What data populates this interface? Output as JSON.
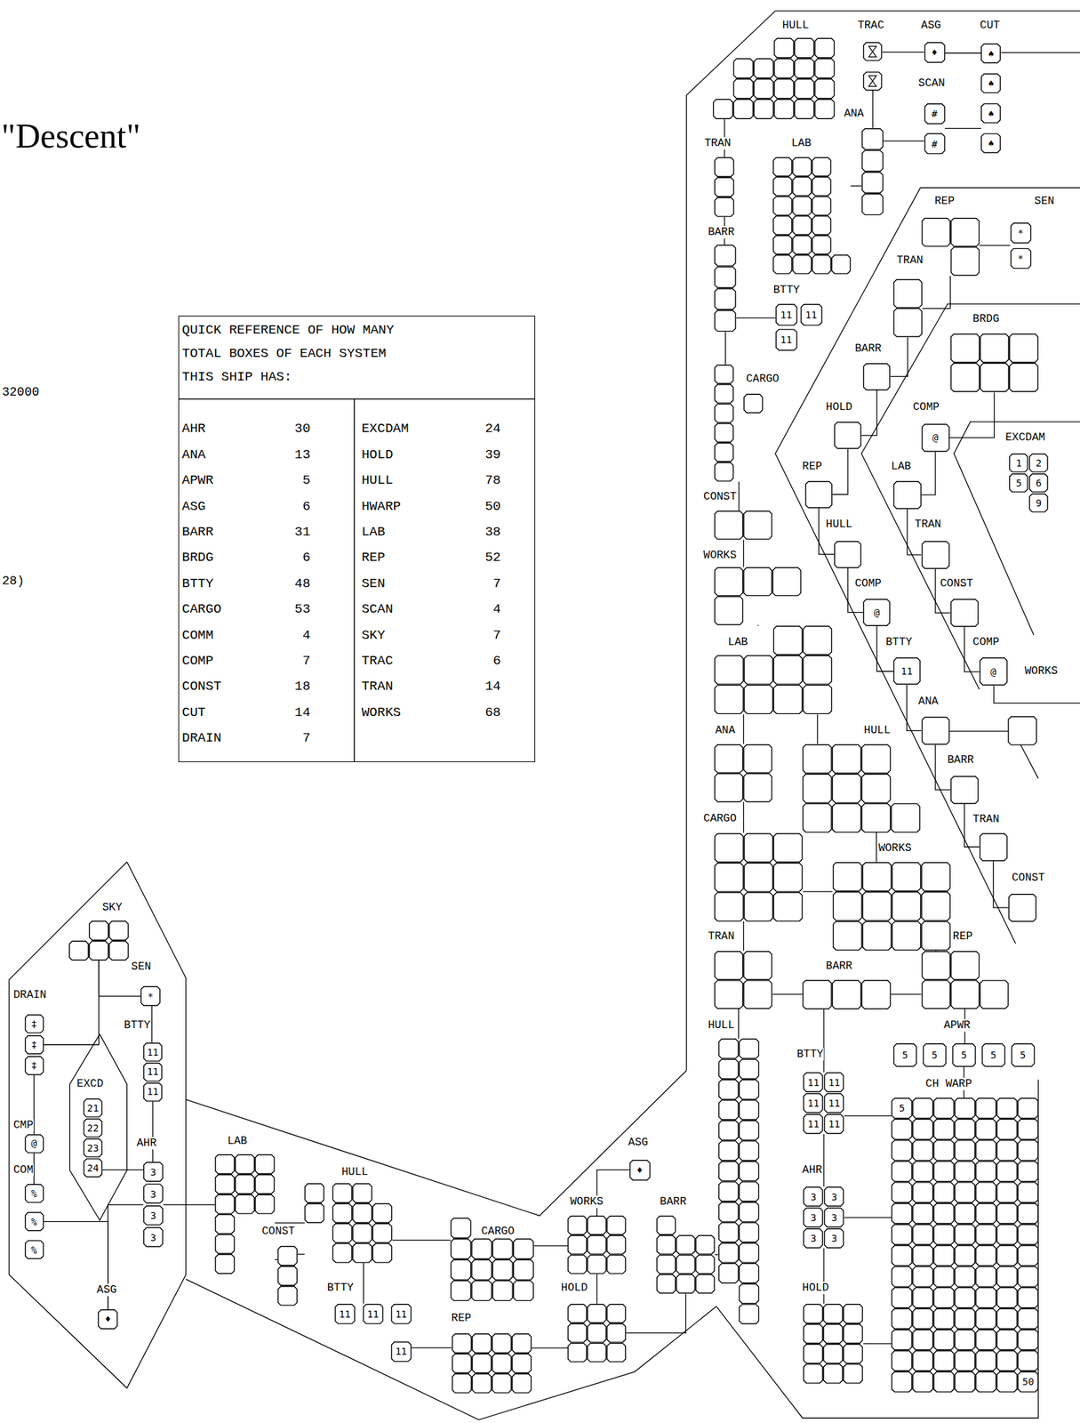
{
  "diagram": {
    "title": "\"Descent\"",
    "nodes": [
      {
        "text": [
          "QUICK REFERENCE OF HOW MANY TOTAL BOXES OF EACH SYSTEM THIS SHIP HAS:",
          "AHR",
          "30",
          "ANA",
          "13",
          "APWR",
          "5",
          "ASG",
          "6",
          "BARR",
          "31",
          "BRDG",
          "6",
          "BTTY",
          "48",
          "CARGO",
          "53",
          "COMM",
          "4",
          "COMP",
          "7",
          "CONST",
          "18",
          "CUT",
          "14",
          "DRAIN",
          "7",
          "EXCDAM",
          "24",
          "HOLD",
          "39",
          "HULL",
          "78",
          "HWARP",
          "50",
          "LAB",
          "38",
          "REP",
          "52",
          "SEN",
          "7",
          "SCAN",
          "4",
          "SKY",
          "7",
          "TRAC",
          "6",
          "TRAN",
          "14",
          "WORKS",
          "68"
        ]
      },
      {
        "text": [
          "HULL"
        ]
      },
      {
        "text": [
          "TRAC"
        ]
      },
      {
        "text": [
          "ASG",
          "♦"
        ]
      },
      {
        "text": [
          "CUT",
          "♠",
          "♠",
          "♠",
          "♠"
        ]
      },
      {
        "text": [
          "SCAN",
          "#",
          "#"
        ]
      },
      {
        "text": [
          "ANA"
        ]
      },
      {
        "text": [
          "TRAN"
        ]
      },
      {
        "text": [
          "LAB"
        ]
      },
      {
        "text": [
          "BARR"
        ]
      },
      {
        "text": [
          "BTTY",
          "11",
          "11",
          "11"
        ]
      },
      {
        "text": [
          "CARGO"
        ]
      },
      {
        "text": [
          "CONST"
        ]
      },
      {
        "text": [
          "WORKS"
        ]
      },
      {
        "text": [
          "LAB"
        ]
      },
      {
        "text": [
          "ANA"
        ]
      },
      {
        "text": [
          "HULL"
        ]
      },
      {
        "text": [
          "CARGO"
        ]
      },
      {
        "text": [
          "WORKS"
        ]
      },
      {
        "text": [
          "TRAN"
        ]
      },
      {
        "text": [
          "BARR"
        ]
      },
      {
        "text": [
          "REP"
        ]
      },
      {
        "text": [
          "APWR",
          "5",
          "5",
          "5",
          "5",
          "5"
        ]
      },
      {
        "text": [
          "CH WARP",
          "5",
          "50"
        ]
      },
      {
        "text": [
          "HULL"
        ]
      },
      {
        "text": [
          "BTTY",
          "11",
          "11",
          "11",
          "11",
          "11",
          "11"
        ]
      },
      {
        "text": [
          "AHR",
          "3",
          "3",
          "3",
          "3",
          "3",
          "3"
        ]
      },
      {
        "text": [
          "HOLD"
        ]
      },
      {
        "text": [
          "REP"
        ]
      },
      {
        "text": [
          "SEN",
          "*",
          "*"
        ]
      },
      {
        "text": [
          "TRAN"
        ]
      },
      {
        "text": [
          "BARR"
        ]
      },
      {
        "text": [
          "HOLD"
        ]
      },
      {
        "text": [
          "REP"
        ]
      },
      {
        "text": [
          "HULL"
        ]
      },
      {
        "text": [
          "COMP",
          "@"
        ]
      },
      {
        "text": [
          "BTTY",
          "11"
        ]
      },
      {
        "text": [
          "ANA"
        ]
      },
      {
        "text": [
          "BARR"
        ]
      },
      {
        "text": [
          "TRAN"
        ]
      },
      {
        "text": [
          "CONST"
        ]
      },
      {
        "text": [
          "BRDG"
        ]
      },
      {
        "text": [
          "COMP",
          "@"
        ]
      },
      {
        "text": [
          "LAB"
        ]
      },
      {
        "text": [
          "TRAN"
        ]
      },
      {
        "text": [
          "CONST"
        ]
      },
      {
        "text": [
          "COMP",
          "@"
        ]
      },
      {
        "text": [
          "EXCDAM",
          "1",
          "2",
          "5",
          "6",
          "9"
        ]
      },
      {
        "text": [
          "SKY"
        ]
      },
      {
        "text": [
          "SEN",
          "*"
        ]
      },
      {
        "text": [
          "DRAIN",
          "‡",
          "‡",
          "‡"
        ]
      },
      {
        "text": [
          "CMP",
          "@"
        ]
      },
      {
        "text": [
          "COM",
          "%",
          "%",
          "%"
        ]
      },
      {
        "text": [
          "EXCD",
          "21",
          "22",
          "23",
          "24"
        ]
      },
      {
        "text": [
          "BTTY",
          "11",
          "11",
          "11"
        ]
      },
      {
        "text": [
          "AHR",
          "3",
          "3",
          "3",
          "3"
        ]
      },
      {
        "text": [
          "ASG",
          "♦"
        ]
      },
      {
        "text": [
          "LAB"
        ]
      },
      {
        "text": [
          "HULL"
        ]
      },
      {
        "text": [
          "CONST"
        ]
      },
      {
        "text": [
          "BTTY",
          "11",
          "11",
          "11",
          "11"
        ]
      },
      {
        "text": [
          "CARGO"
        ]
      },
      {
        "text": [
          "REP"
        ]
      },
      {
        "text": [
          "WORKS"
        ]
      },
      {
        "text": [
          "ASG",
          "♦"
        ]
      },
      {
        "text": [
          "HOLD"
        ]
      },
      {
        "text": [
          "BARR"
        ]
      }
    ],
    "edges": [
      {
        "from": 48,
        "to": 49,
        "arrow": "none"
      },
      {
        "from": 48,
        "to": 50,
        "arrow": "none"
      },
      {
        "from": 50,
        "to": 51,
        "arrow": "none"
      },
      {
        "from": 51,
        "to": 52,
        "arrow": "none"
      },
      {
        "from": 52,
        "to": 56,
        "arrow": "none"
      },
      {
        "from": 56,
        "to": 55,
        "arrow": "none"
      },
      {
        "from": 55,
        "to": 53,
        "arrow": "none"
      },
      {
        "from": 49,
        "to": 54,
        "arrow": "none"
      },
      {
        "from": 54,
        "to": 55,
        "arrow": "none"
      },
      {
        "from": 55,
        "to": 57,
        "arrow": "none"
      },
      {
        "from": 57,
        "to": 58,
        "arrow": "none"
      },
      {
        "from": 57,
        "to": 59,
        "arrow": "none"
      },
      {
        "from": 59,
        "to": 58,
        "arrow": "none"
      },
      {
        "from": 58,
        "to": 60,
        "arrow": "none"
      },
      {
        "from": 58,
        "to": 61,
        "arrow": "none"
      },
      {
        "from": 60,
        "to": 62,
        "arrow": "none"
      },
      {
        "from": 61,
        "to": 63,
        "arrow": "none"
      },
      {
        "from": 62,
        "to": 65,
        "arrow": "none"
      },
      {
        "from": 63,
        "to": 64,
        "arrow": "none"
      },
      {
        "from": 63,
        "to": 65,
        "arrow": "none"
      },
      {
        "from": 65,
        "to": 66,
        "arrow": "none"
      },
      {
        "from": 66,
        "to": 24,
        "arrow": "none"
      },
      {
        "from": 2,
        "to": 3,
        "arrow": "none"
      },
      {
        "from": 3,
        "to": 4,
        "arrow": "none"
      },
      {
        "from": 6,
        "to": 5,
        "arrow": "none"
      },
      {
        "from": 5,
        "to": 4,
        "arrow": "none"
      },
      {
        "from": 2,
        "to": 6,
        "arrow": "none"
      },
      {
        "from": 1,
        "to": 7,
        "arrow": "none"
      },
      {
        "from": 6,
        "to": 8,
        "arrow": "none"
      },
      {
        "from": 7,
        "to": 9,
        "arrow": "none"
      },
      {
        "from": 9,
        "to": 10,
        "arrow": "none"
      },
      {
        "from": 9,
        "to": 11,
        "arrow": "none"
      },
      {
        "from": 11,
        "to": 12,
        "arrow": "none"
      },
      {
        "from": 12,
        "to": 13,
        "arrow": "none"
      },
      {
        "from": 13,
        "to": 14,
        "arrow": "none"
      },
      {
        "from": 14,
        "to": 15,
        "arrow": "none"
      },
      {
        "from": 14,
        "to": 16,
        "arrow": "none"
      },
      {
        "from": 15,
        "to": 17,
        "arrow": "none"
      },
      {
        "from": 16,
        "to": 18,
        "arrow": "none"
      },
      {
        "from": 17,
        "to": 18,
        "arrow": "none"
      },
      {
        "from": 17,
        "to": 19,
        "arrow": "none"
      },
      {
        "from": 19,
        "to": 20,
        "arrow": "none"
      },
      {
        "from": 20,
        "to": 21,
        "arrow": "none"
      },
      {
        "from": 18,
        "to": 21,
        "arrow": "none"
      },
      {
        "from": 19,
        "to": 24,
        "arrow": "none"
      },
      {
        "from": 20,
        "to": 25,
        "arrow": "none"
      },
      {
        "from": 21,
        "to": 22,
        "arrow": "none"
      },
      {
        "from": 22,
        "to": 23,
        "arrow": "none"
      },
      {
        "from": 25,
        "to": 26,
        "arrow": "none"
      },
      {
        "from": 25,
        "to": 23,
        "arrow": "none"
      },
      {
        "from": 26,
        "to": 23,
        "arrow": "none"
      },
      {
        "from": 26,
        "to": 27,
        "arrow": "none"
      },
      {
        "from": 27,
        "to": 23,
        "arrow": "none"
      },
      {
        "from": 28,
        "to": 29,
        "arrow": "none"
      },
      {
        "from": 28,
        "to": 30,
        "arrow": "none"
      },
      {
        "from": 30,
        "to": 31,
        "arrow": "none"
      },
      {
        "from": 31,
        "to": 32,
        "arrow": "none"
      },
      {
        "from": 32,
        "to": 33,
        "arrow": "none"
      },
      {
        "from": 33,
        "to": 34,
        "arrow": "none"
      },
      {
        "from": 34,
        "to": 35,
        "arrow": "none"
      },
      {
        "from": 35,
        "to": 36,
        "arrow": "none"
      },
      {
        "from": 36,
        "to": 37,
        "arrow": "none"
      },
      {
        "from": 37,
        "to": 38,
        "arrow": "none"
      },
      {
        "from": 38,
        "to": 39,
        "arrow": "none"
      },
      {
        "from": 39,
        "to": 40,
        "arrow": "none"
      },
      {
        "from": 41,
        "to": 42,
        "arrow": "none"
      },
      {
        "from": 42,
        "to": 43,
        "arrow": "none"
      },
      {
        "from": 43,
        "to": 44,
        "arrow": "none"
      },
      {
        "from": 44,
        "to": 45,
        "arrow": "none"
      },
      {
        "from": 45,
        "to": 46,
        "arrow": "none"
      }
    ],
    "labels": [
      "32000",
      "28)",
      "WORKS"
    ]
  }
}
